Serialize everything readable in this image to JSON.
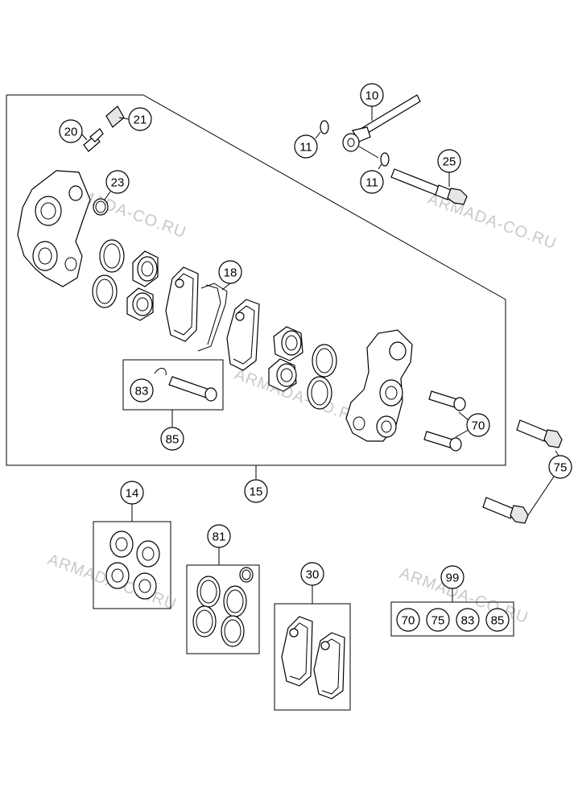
{
  "watermark": "ARMADA-CO.RU",
  "callouts": {
    "c10": "10",
    "c11a": "11",
    "c11b": "11",
    "c25": "25",
    "c20": "20",
    "c21": "21",
    "c23": "23",
    "c18": "18",
    "c83": "83",
    "c85": "85",
    "c70": "70",
    "c75": "75",
    "c15": "15",
    "c14": "14",
    "c81": "81",
    "c30": "30",
    "c99": "99",
    "k70": "70",
    "k75": "75",
    "k83": "83",
    "k85": "85"
  }
}
